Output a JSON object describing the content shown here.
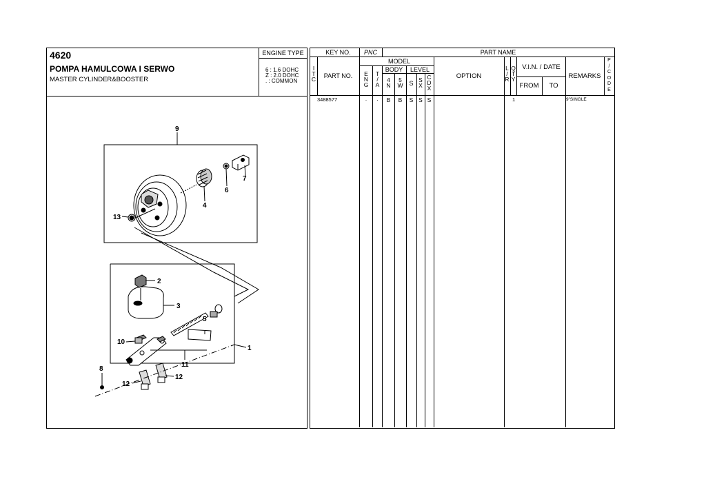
{
  "header": {
    "page_code": "4620",
    "title_pl": "POMPA HAMULCOWA I SERWO",
    "title_en": "MASTER CYLINDER&BOOSTER",
    "engine_type_label": "ENGINE TYPE",
    "engine_types": [
      "6 : 1.6 DOHC",
      "Z : 2.0 DOHC",
      ". : COMMON"
    ]
  },
  "columns": {
    "key_no": "KEY NO.",
    "pnc": "PNC",
    "part_name": "PART NAME",
    "itc": [
      "I",
      "T",
      "C"
    ],
    "part_no": "PART NO.",
    "model": "MODEL",
    "eng": [
      "E",
      "N",
      "G"
    ],
    "ta": [
      "T",
      "/",
      "A"
    ],
    "body": "BODY",
    "level": "LEVEL",
    "body_4n": [
      "4",
      "N"
    ],
    "body_5w": [
      "5",
      "W"
    ],
    "level_s": "S",
    "level_sx": [
      "S",
      "X"
    ],
    "level_cdx": [
      "C",
      "D",
      "X"
    ],
    "option": "OPTION",
    "lr": [
      "L",
      "/",
      "R"
    ],
    "qty": [
      "Q",
      "T",
      "Y"
    ],
    "vin_date": "V.I.N. / DATE",
    "from": "FROM",
    "to": "TO",
    "remarks": "REMARKS",
    "pcode": [
      "P",
      "/",
      "C",
      "O",
      "D",
      "E"
    ]
  },
  "rows": [
    {
      "part_no": "3488577",
      "eng": ".",
      "ta": ".",
      "body_4n": "B",
      "body_5w": "B",
      "level_s": "S",
      "level_sx": "S",
      "level_cdx": "S",
      "qty": "1",
      "remarks": "9\"SINGLE"
    }
  ],
  "diagram": {
    "callouts": {
      "c1": "1",
      "c2": "2",
      "c3": "3",
      "c4": "4",
      "c5": "5",
      "c6": "6",
      "c7": "7",
      "c8": "8",
      "c9": "9",
      "c10": "10",
      "c11": "11",
      "c12a": "12",
      "c12b": "12",
      "c13": "13"
    }
  }
}
